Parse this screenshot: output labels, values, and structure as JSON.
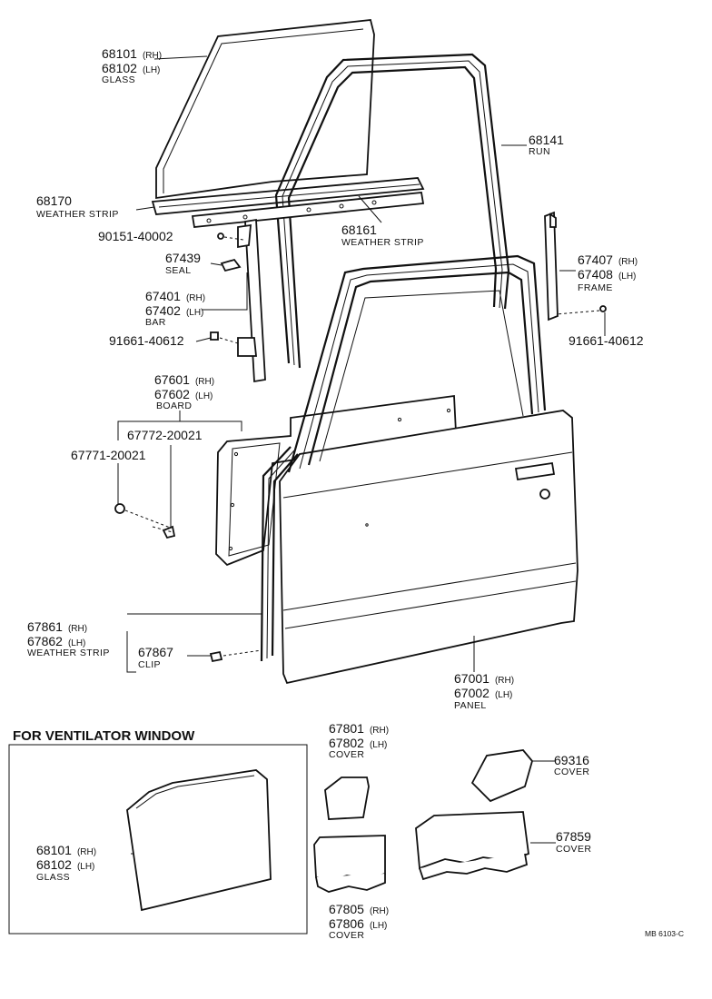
{
  "callouts": {
    "glass_top": {
      "num1": "68101",
      "suf1": "(RH)",
      "num2": "68102",
      "suf2": "(LH)",
      "name": "GLASS"
    },
    "run": {
      "num1": "68141",
      "name": "RUN"
    },
    "ws_68170": {
      "num1": "68170",
      "name": "WEATHER STRIP"
    },
    "ws_68161": {
      "num1": "68161",
      "name": "WEATHER STRIP"
    },
    "screw_90151": {
      "num1": "90151-40002"
    },
    "seal": {
      "num1": "67439",
      "name": "SEAL"
    },
    "bar": {
      "num1": "67401",
      "suf1": "(RH)",
      "num2": "67402",
      "suf2": "(LH)",
      "name": "BAR"
    },
    "bolt_left": {
      "num1": "91661-40612"
    },
    "frame": {
      "num1": "67407",
      "suf1": "(RH)",
      "num2": "67408",
      "suf2": "(LH)",
      "name": "FRAME"
    },
    "bolt_right": {
      "num1": "91661-40612"
    },
    "board": {
      "num1": "67601",
      "suf1": "(RH)",
      "num2": "67602",
      "suf2": "(LH)",
      "name": "BOARD"
    },
    "clip_67772": {
      "num1": "67772-20021"
    },
    "clip_67771": {
      "num1": "67771-20021"
    },
    "ws_door": {
      "num1": "67861",
      "suf1": "(RH)",
      "num2": "67862",
      "suf2": "(LH)",
      "name": "WEATHER STRIP"
    },
    "clip_67867": {
      "num1": "67867",
      "name": "CLIP"
    },
    "panel": {
      "num1": "67001",
      "suf1": "(RH)",
      "num2": "67002",
      "suf2": "(LH)",
      "name": "PANEL"
    },
    "cover_67801": {
      "num1": "67801",
      "suf1": "(RH)",
      "num2": "67802",
      "suf2": "(LH)",
      "name": "COVER"
    },
    "cover_69316": {
      "num1": "69316",
      "name": "COVER"
    },
    "cover_67859": {
      "num1": "67859",
      "name": "COVER"
    },
    "cover_67805": {
      "num1": "67805",
      "suf1": "(RH)",
      "num2": "67806",
      "suf2": "(LH)",
      "name": "COVER"
    },
    "glass_vent": {
      "num1": "68101",
      "suf1": "(RH)",
      "num2": "68102",
      "suf2": "(LH)",
      "name": "GLASS"
    }
  },
  "ventilator_box": {
    "title": "FOR VENTILATOR WINDOW"
  },
  "drawing_code": "MB 6103-C"
}
